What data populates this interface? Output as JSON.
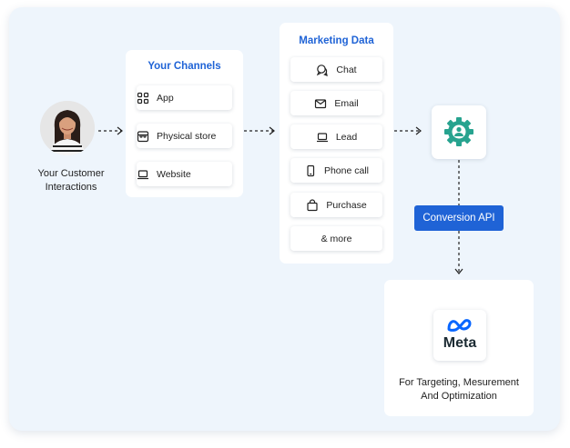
{
  "customer": {
    "label_line1": "Your Customer",
    "label_line2": "Interactions"
  },
  "channels": {
    "title": "Your Channels",
    "items": [
      {
        "label": "App",
        "icon": "grid-icon"
      },
      {
        "label": "Physical store",
        "icon": "store-icon"
      },
      {
        "label": "Website",
        "icon": "laptop-icon"
      }
    ]
  },
  "marketing": {
    "title": "Marketing Data",
    "items": [
      {
        "label": "Chat",
        "icon": "chat-icon"
      },
      {
        "label": "Email",
        "icon": "email-icon"
      },
      {
        "label": "Lead",
        "icon": "laptop-icon"
      },
      {
        "label": "Phone call",
        "icon": "phone-icon"
      },
      {
        "label": "Purchase",
        "icon": "bag-icon"
      },
      {
        "label": "& more",
        "icon": ""
      }
    ]
  },
  "processor": {
    "icon": "gear-user-icon"
  },
  "api": {
    "label": "Conversion API"
  },
  "meta": {
    "brand": "Meta",
    "caption_line1": "For Targeting, Mesurement",
    "caption_line2": "And Optimization"
  },
  "colors": {
    "accent": "#1f63d6",
    "gear": "#27a38f",
    "meta_blue": "#0866ff",
    "canvas": "#eef5fc"
  }
}
